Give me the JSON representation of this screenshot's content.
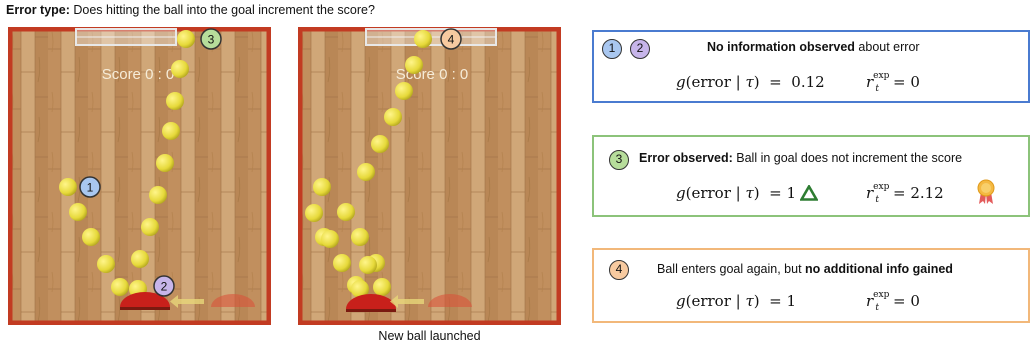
{
  "header": {
    "label": "Error type:",
    "text": " Does hitting the ball into the goal increment the score?"
  },
  "panels": [
    {
      "score": "Score 0 : 0",
      "markers": [
        "1",
        "2",
        "3"
      ]
    },
    {
      "score": "Score 0 : 0",
      "markers": [
        "4"
      ],
      "caption": "New ball launched"
    }
  ],
  "boxes": [
    {
      "badges": [
        "1",
        "2"
      ],
      "title_bold": "No information observed",
      "title_rest": " about error",
      "g": "0.12",
      "rexp": "0",
      "border": "#4a7bd0"
    },
    {
      "badges": [
        "3"
      ],
      "title_bold": "Error observed:",
      "title_rest": " Ball in goal does not increment the score",
      "g": "1",
      "rexp": "2.12",
      "border": "#8cc37a",
      "delta_icon": "triangle-icon",
      "award_icon": "medal-icon"
    },
    {
      "badges": [
        "4"
      ],
      "title_pre": "Ball enters goal again, but ",
      "title_bold": "no additional info gained",
      "g": "1",
      "rexp": "0",
      "border": "#f2b87a"
    }
  ],
  "colors": {
    "court_border": "#c23b22",
    "badge_blue": "#a9c7f0",
    "badge_purple": "#c7b5ea",
    "badge_green": "#b7dd9b",
    "badge_orange": "#f7caa0",
    "ball": "#e6d93a"
  }
}
